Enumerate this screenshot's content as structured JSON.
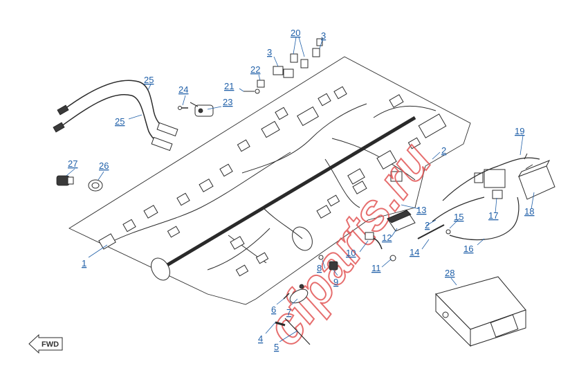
{
  "watermark": "cfparts.ru",
  "forward_marker": "FWD",
  "callouts": [
    {
      "n": "1"
    },
    {
      "n": "2"
    },
    {
      "n": "2"
    },
    {
      "n": "3"
    },
    {
      "n": "3"
    },
    {
      "n": "4"
    },
    {
      "n": "5"
    },
    {
      "n": "6"
    },
    {
      "n": "7"
    },
    {
      "n": "8"
    },
    {
      "n": "9"
    },
    {
      "n": "10"
    },
    {
      "n": "11"
    },
    {
      "n": "12"
    },
    {
      "n": "13"
    },
    {
      "n": "14"
    },
    {
      "n": "15"
    },
    {
      "n": "16"
    },
    {
      "n": "17"
    },
    {
      "n": "18"
    },
    {
      "n": "19"
    },
    {
      "n": "20"
    },
    {
      "n": "21"
    },
    {
      "n": "22"
    },
    {
      "n": "23"
    },
    {
      "n": "24"
    },
    {
      "n": "25"
    },
    {
      "n": "25"
    },
    {
      "n": "26"
    },
    {
      "n": "27"
    },
    {
      "n": "28"
    }
  ]
}
